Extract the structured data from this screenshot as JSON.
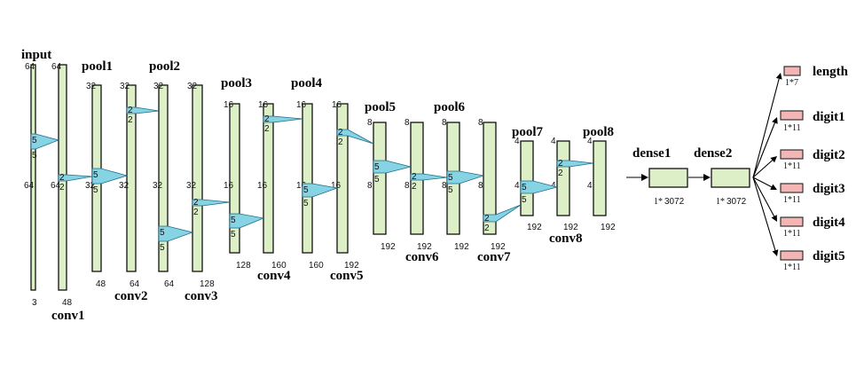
{
  "layers": [
    {
      "id": "input",
      "title": "input",
      "top": "64",
      "side": "64",
      "depth": "3"
    },
    {
      "id": "conv1",
      "title": "conv1",
      "top": "64",
      "side": "64",
      "depth": "48",
      "kernel_in": "5"
    },
    {
      "id": "pool1",
      "title": "pool1",
      "top": "32",
      "side": "32",
      "depth": "48",
      "kernel_in": "2"
    },
    {
      "id": "conv2",
      "title": "conv2",
      "top": "32",
      "side": "32",
      "depth": "64",
      "kernel_in": "5"
    },
    {
      "id": "pool2",
      "title": "pool2",
      "top": "32",
      "side": "32",
      "depth": "64",
      "kernel_in": "2"
    },
    {
      "id": "conv3",
      "title": "conv3",
      "top": "32",
      "side": "32",
      "depth": "128",
      "kernel_in": "5"
    },
    {
      "id": "pool3",
      "title": "pool3",
      "top": "16",
      "side": "16",
      "depth": "128",
      "kernel_in": "2"
    },
    {
      "id": "conv4",
      "title": "conv4",
      "top": "16",
      "side": "16",
      "depth": "160",
      "kernel_in": "5"
    },
    {
      "id": "pool4",
      "title": "pool4",
      "top": "16",
      "side": "16",
      "depth": "160",
      "kernel_in": "2"
    },
    {
      "id": "conv5",
      "title": "conv5",
      "top": "16",
      "side": "16",
      "depth": "192",
      "kernel_in": "5"
    },
    {
      "id": "pool5",
      "title": "pool5",
      "top": "8",
      "side": "8",
      "depth": "192",
      "kernel_in": "2"
    },
    {
      "id": "conv6",
      "title": "conv6",
      "top": "8",
      "side": "8",
      "depth": "192",
      "kernel_in": "5"
    },
    {
      "id": "pool6",
      "title": "pool6",
      "top": "8",
      "side": "8",
      "depth": "192",
      "kernel_in": "2"
    },
    {
      "id": "conv7",
      "title": "conv7",
      "top": "8",
      "side": "8",
      "depth": "192",
      "kernel_in": "5"
    },
    {
      "id": "pool7",
      "title": "pool7",
      "top": "4",
      "side": "4",
      "depth": "192",
      "kernel_in": "2"
    },
    {
      "id": "conv8",
      "title": "conv8",
      "top": "4",
      "side": "4",
      "depth": "192",
      "kernel_in": "5"
    },
    {
      "id": "pool8",
      "title": "pool8",
      "top": "4",
      "side": "4",
      "depth": "192",
      "kernel_in": "2"
    }
  ],
  "dense": [
    {
      "id": "dense1",
      "title": "dense1",
      "dim_prefix": "1*",
      "dim_value": "3072"
    },
    {
      "id": "dense2",
      "title": "dense2",
      "dim_prefix": "1*",
      "dim_value": "3072"
    }
  ],
  "outputs": [
    {
      "id": "length",
      "title": "length",
      "dim": "1*7"
    },
    {
      "id": "digit1",
      "title": "digit1",
      "dim": "1*11"
    },
    {
      "id": "digit2",
      "title": "digit2",
      "dim": "1*11"
    },
    {
      "id": "digit3",
      "title": "digit3",
      "dim": "1*11"
    },
    {
      "id": "digit4",
      "title": "digit4",
      "dim": "1*11"
    },
    {
      "id": "digit5",
      "title": "digit5",
      "dim": "1*11"
    }
  ],
  "colors": {
    "layer_fill": "#dcefc7",
    "kernel_fill": "#86d3e4",
    "output_fill": "#f4b5b5"
  }
}
